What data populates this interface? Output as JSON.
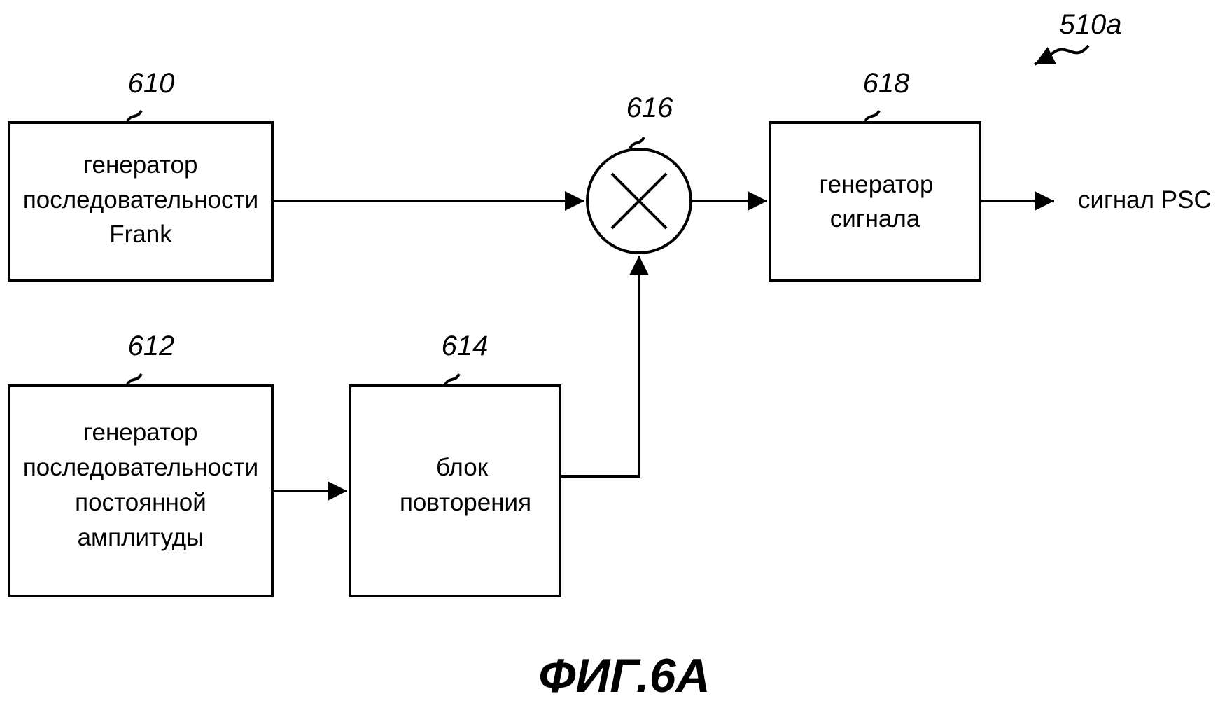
{
  "figure_ref": "510a",
  "figure_caption": "ФИГ.6А",
  "blocks": {
    "frank_gen": {
      "ref": "610",
      "lines": [
        "генератор",
        "последовательности",
        "Frank"
      ]
    },
    "cazac_gen": {
      "ref": "612",
      "lines": [
        "генератор",
        "последовательности",
        "постоянной",
        "амплитуды"
      ]
    },
    "repeat": {
      "ref": "614",
      "lines": [
        "блок",
        "повторения"
      ]
    },
    "multiplier": {
      "ref": "616"
    },
    "signal_gen": {
      "ref": "618",
      "lines": [
        "генератор",
        "сигнала"
      ]
    }
  },
  "output_label": "сигнал PSC",
  "connections": [
    {
      "from": "frank_gen",
      "to": "multiplier"
    },
    {
      "from": "cazac_gen",
      "to": "repeat"
    },
    {
      "from": "repeat",
      "to": "multiplier"
    },
    {
      "from": "multiplier",
      "to": "signal_gen"
    },
    {
      "from": "signal_gen",
      "to": "output"
    }
  ]
}
